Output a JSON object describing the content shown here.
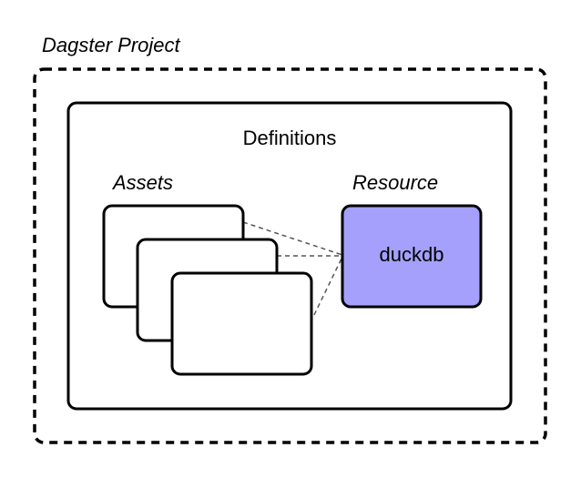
{
  "project": {
    "label": "Dagster Project"
  },
  "definitions": {
    "label": "Definitions"
  },
  "assets": {
    "label": "Assets",
    "card_count": 3
  },
  "resource": {
    "label": "Resource",
    "name": "duckdb",
    "fill_color": "#a5a0fb"
  },
  "colors": {
    "stroke": "#000000",
    "connector": "#555555",
    "background": "#ffffff"
  }
}
